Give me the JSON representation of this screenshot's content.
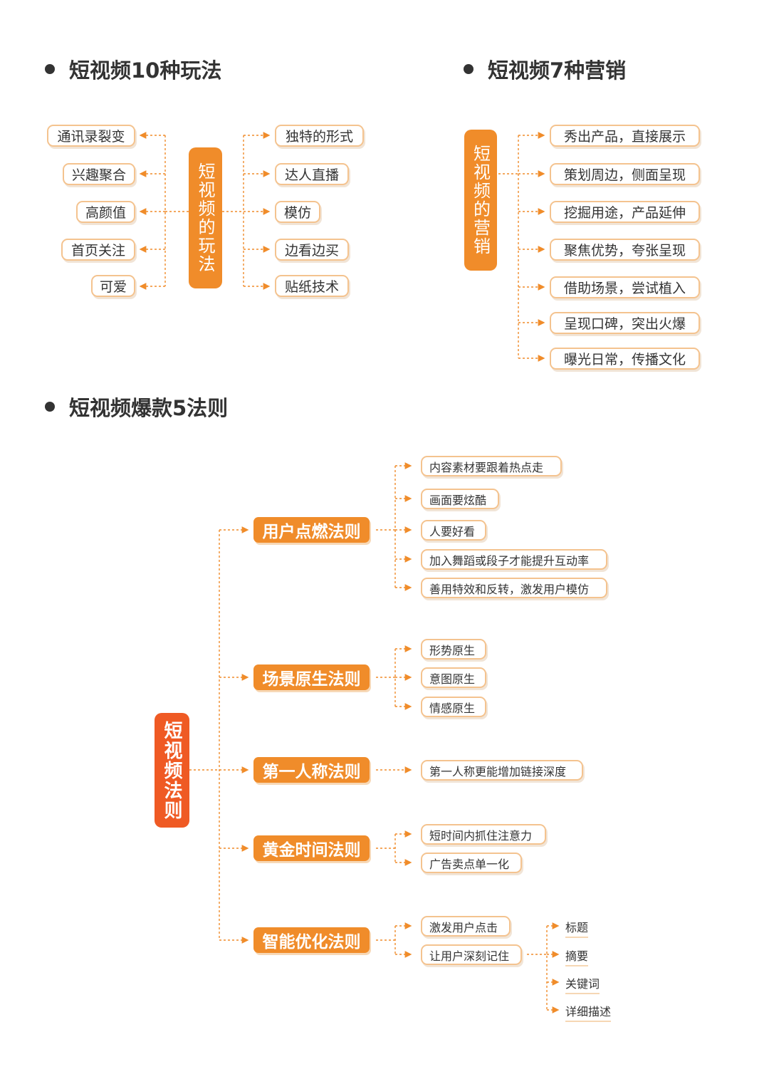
{
  "sections": {
    "plays_title": "短视频10种玩法",
    "marketing_title": "短视频7种营销",
    "rules_title": "短视频爆款5法则"
  },
  "plays": {
    "center": "短视频的玩法",
    "left": [
      "通讯录裂变",
      "兴趣聚合",
      "高颜值",
      "首页关注",
      "可爱"
    ],
    "right": [
      "独特的形式",
      "达人直播",
      "模仿",
      "边看边买",
      "贴纸技术"
    ]
  },
  "marketing": {
    "center": "短视频的营销",
    "items": [
      "秀出产品，直接展示",
      "策划周边，侧面呈现",
      "挖掘用途，产品延伸",
      "聚焦优势，夸张呈现",
      "借助场景，尝试植入",
      "呈现口碑，突出火爆",
      "曝光日常，传播文化"
    ]
  },
  "rules": {
    "center": "短视频法则",
    "list": [
      {
        "name": "用户点燃法则",
        "items": [
          "内容素材要跟着热点走",
          "画面要炫酷",
          "人要好看",
          "加入舞蹈或段子才能提升互动率",
          "善用特效和反转，激发用户模仿"
        ]
      },
      {
        "name": "场景原生法则",
        "items": [
          "形势原生",
          "意图原生",
          "情感原生"
        ]
      },
      {
        "name": "第一人称法则",
        "items": [
          "第一人称更能增加链接深度"
        ]
      },
      {
        "name": "黄金时间法则",
        "items": [
          "短时间内抓住注意力",
          "广告卖点单一化"
        ]
      },
      {
        "name": "智能优化法则",
        "items": [
          "激发用户点击",
          "让用户深刻记住"
        ],
        "sub": [
          "标题",
          "摘要",
          "关键词",
          "详细描述"
        ]
      }
    ]
  },
  "colors": {
    "accent": "#f08c2a",
    "red": "#ef5a24",
    "border": "#f4c38f"
  }
}
